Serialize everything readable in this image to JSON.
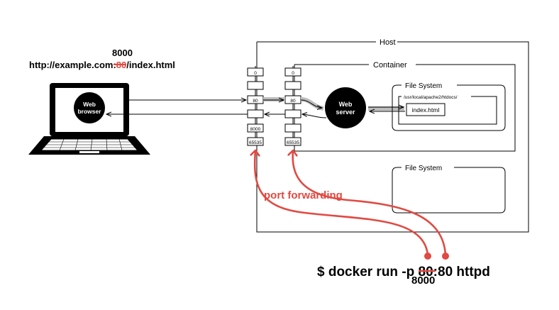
{
  "url": {
    "new_port": "8000",
    "prefix": "http://example.com:",
    "old_port": "80",
    "suffix": "/index.html"
  },
  "laptop": {
    "browser_line1": "Web",
    "browser_line2": "browser"
  },
  "host": {
    "label": "Host",
    "ports": [
      "0",
      "80",
      "8000",
      "65535"
    ]
  },
  "container": {
    "label": "Container",
    "ports": [
      "0",
      "80",
      "65535"
    ],
    "server_line1": "Web",
    "server_line2": "server",
    "filesystem": {
      "label": "File System",
      "path": "/usr/local/apache2/htdocs/",
      "file": "index.html"
    }
  },
  "host_filesystem": {
    "label": "File System"
  },
  "annotation": {
    "text": "port forwarding",
    "color": "#e04a42"
  },
  "command": {
    "prefix": "$ docker run  -p ",
    "old_host_port": "80",
    "suffix": ":80 httpd",
    "new_host_port": "8000"
  }
}
